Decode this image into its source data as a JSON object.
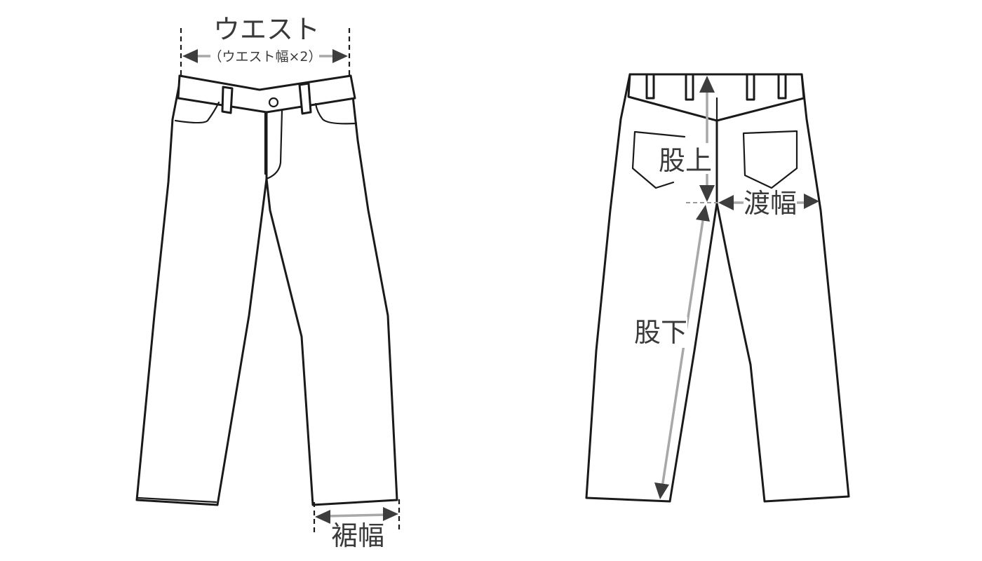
{
  "labels": {
    "waist": "ウエスト",
    "waist_note": "（ウエスト幅×2）",
    "hem_width": "裾幅",
    "rise": "股上",
    "thigh_width": "渡幅",
    "inseam": "股下"
  },
  "colors": {
    "outline": "#1a1a1a",
    "measure_line": "#a8a8a8",
    "arrow_head": "#3d3d3d",
    "label_text": "#3a3a3a",
    "background": "#ffffff"
  }
}
